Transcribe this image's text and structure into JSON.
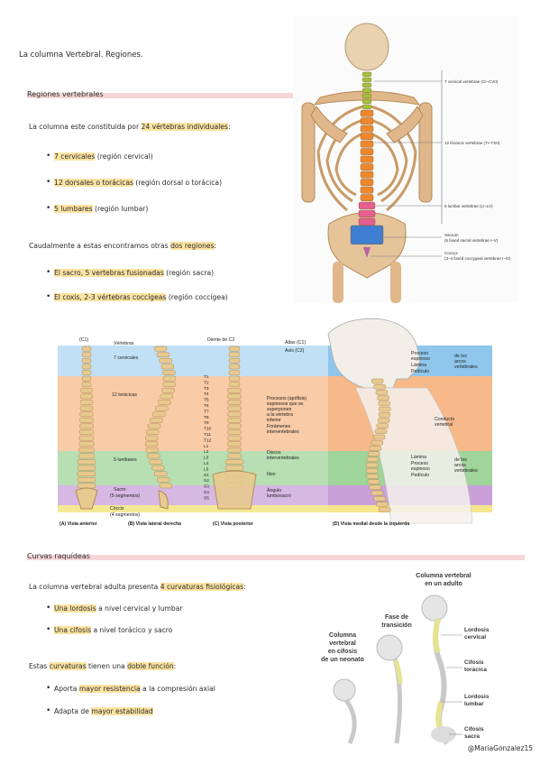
{
  "title": "La columna Vertebral. Regiones.",
  "section1": {
    "heading": "Regiones vertebrales",
    "intro_prefix": "La columna este constituida por",
    "intro_highlight": "24 vértebras individuales",
    "intro_suffix": ":",
    "items": [
      {
        "hl": "7 cervicales",
        "rest": " (región cervical)"
      },
      {
        "hl": "12 dorsales o torácicas",
        "rest": " (región dorsal o torácica)"
      },
      {
        "hl": "5 lumbares",
        "rest": " (región lumbar)"
      }
    ],
    "caudal_prefix": "Caudalmente a estas encontramos otras",
    "caudal_highlight": "dos regiones",
    "caudal_suffix": ":",
    "items2": [
      {
        "hl": "El sacro, 5 vertebras fusionadas",
        "rest": " (región sacra)"
      },
      {
        "hl": "El coxis, 2-3 vértebras coccígeas",
        "rest": " (región coccígea)"
      }
    ]
  },
  "figure_back": {
    "labels": [
      "7 cervical vertebrae (CI–CVII)",
      "12 thoracic vertebrae (TI–TXII)",
      "5 lumbar vertebrae (LI–LV)",
      "Sacrum",
      "(5 fused sacral vertebrae I–V)",
      "Coccyx",
      "(3–4 fused coccygeal vertebrae I–IV)"
    ],
    "colors": {
      "cervical": "#a3c43a",
      "thoracic": "#f0872b",
      "lumbar": "#e5608f",
      "sacrum": "#3e7fd1",
      "bone": "#e8c79a"
    }
  },
  "figure_views": {
    "top_labels": [
      "(C1)",
      "Vértebras",
      "Diente de C2",
      "Atlas (C1)",
      "Axis (C2)"
    ],
    "left_labels": [
      "7 cervicales",
      "12 torácicas",
      "5 lumbares",
      "Sacro",
      "(5 segmentos)",
      "Cóccix",
      "(4 segmentos)"
    ],
    "t_labels": [
      "T1",
      "T2",
      "T3",
      "T4",
      "T5",
      "T6",
      "T7",
      "T8",
      "T9",
      "T10",
      "T11",
      "T12",
      "L1",
      "L2",
      "L3",
      "L4",
      "L5",
      "S1",
      "S2",
      "S3",
      "S4",
      "S5"
    ],
    "mid_labels": [
      "Procesos (apófisis)",
      "espinosos que se",
      "superponen",
      "a la vértebra",
      "inferior",
      "Forámenes",
      "intervertebrales",
      "Discos",
      "intervertebrales",
      "Ilion",
      "Ángulo",
      "lumbosacro"
    ],
    "right_labels": [
      "Proceso",
      "espinoso",
      "Lámina",
      "Pedículo",
      "de los",
      "arcos",
      "vertebrales",
      "Conducto",
      "vertebral",
      "Lámina",
      "Proceso",
      "espinoso",
      "Pedículo",
      "de los",
      "arcos",
      "vertebrales"
    ],
    "captions": [
      "(A) Vista anterior",
      "(B) Vista lateral derecha",
      "(C) Vista posterior",
      "(D) Vista medial desde la izquierda"
    ],
    "band_colors": {
      "cervical": "#8ec6ec",
      "thoracic": "#f7b98a",
      "lumbar": "#9fd49a",
      "sacral": "#c9a0d8",
      "coccyx": "#f4e58a"
    }
  },
  "section2": {
    "heading": "Curvas raquídeas",
    "intro_prefix": "La columna vertebral adulta presenta",
    "intro_highlight": "4 curvaturas fisiológicas",
    "intro_suffix": ":",
    "items": [
      {
        "hl": "Una lordosis",
        "rest": " a nivel cervical y lumbar"
      },
      {
        "hl": "Una cifosis",
        "rest": " a nivel torácico y sacro"
      }
    ],
    "func_prefix": "Estas",
    "func_hl1": "curvaturas",
    "func_mid": " tienen una",
    "func_hl2": "doble función",
    "func_suffix": ":",
    "items2": [
      {
        "pre": "Aporta ",
        "hl": "mayor resistencia",
        "rest": " a la compresión axial"
      },
      {
        "pre": "Adapta de ",
        "hl": "mayor estabilidad",
        "rest": ""
      }
    ]
  },
  "figure_curves": {
    "labels": {
      "adult_title_1": "Columna vertebral",
      "adult_title_2": "en un adulto",
      "transition_1": "Fase de",
      "transition_2": "transición",
      "neonate_1": "Columna",
      "neonate_2": "vertebral",
      "neonate_3": "en cifosis",
      "neonate_4": "de un neonato",
      "lordosis_c_1": "Lordosis",
      "lordosis_c_2": "cervical",
      "cifosis_t_1": "Cifosis",
      "cifosis_t_2": "torácica",
      "lordosis_l_1": "Lordosis",
      "lordosis_l_2": "lumbar",
      "cifosis_s_1": "Cifosis",
      "cifosis_s_2": "sacra"
    }
  },
  "signature": "@MariaGonzalez15"
}
